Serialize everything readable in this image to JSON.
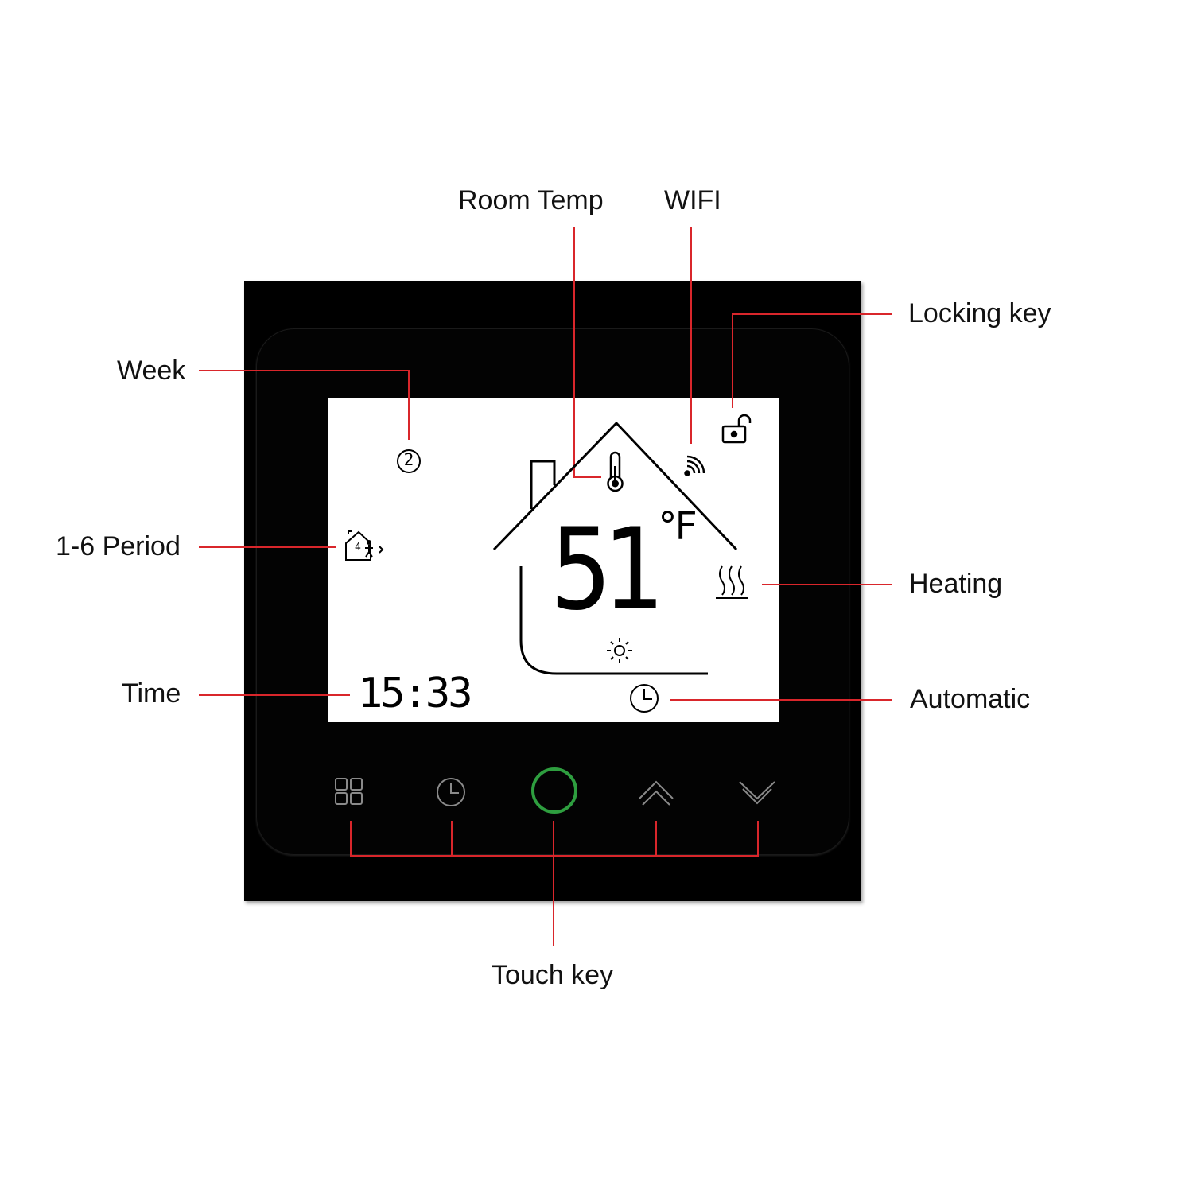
{
  "callouts": {
    "room_temp": "Room Temp",
    "wifi": "WIFI",
    "locking_key": "Locking key",
    "week": "Week",
    "period": "1-6 Period",
    "heating": "Heating",
    "time": "Time",
    "automatic": "Automatic",
    "touch_key": "Touch key"
  },
  "display": {
    "week_day": "2",
    "period_number": "4",
    "temperature": "51",
    "unit": "°F",
    "clock": "15:33",
    "power_state": "on"
  },
  "touch_keys": [
    "menu-icon",
    "clock-icon",
    "power-icon",
    "chevron-up-icon",
    "chevron-down-icon"
  ],
  "colors": {
    "callout_line": "#d9262b",
    "panel": "#000000",
    "lcd": "#ffffff",
    "power_ring": "#2e9e3f",
    "key_icon": "#8a8a8a"
  }
}
